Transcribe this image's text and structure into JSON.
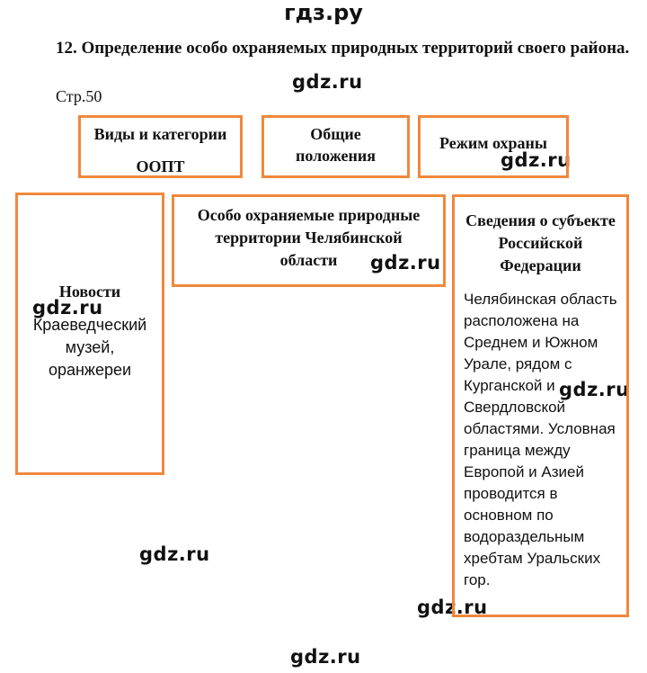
{
  "header": {
    "site_label": "гдз.ру"
  },
  "title": "12. Определение особо охраняемых природных территорий своего района.",
  "page_ref": "Стр.50",
  "boxes": {
    "types": {
      "line1": "Виды и категории",
      "line2": "ООПТ"
    },
    "general": {
      "line1": "Общие",
      "line2": "положения"
    },
    "regime": {
      "line1": "Режим охраны"
    },
    "main": {
      "line1": "Особо охраняемые природные",
      "line2": "территории Челябинской",
      "line3": "области"
    },
    "news": {
      "heading": "Новости",
      "line1": "Краеведческий",
      "line2": "музей,",
      "line3": "оранжереи"
    },
    "subject": {
      "heading1": "Сведения о субъекте",
      "heading2": "Российской",
      "heading3": "Федерации",
      "lines": [
        "Челябинская область",
        "расположена на",
        "Среднем и Южном",
        "Урале, рядом с",
        "Курганской и",
        "Свердловской",
        "областями. Условная",
        "граница между",
        "Европой и Азией",
        "проводится в",
        "основном по",
        "водораздельным",
        "хребтам Уральских",
        "гор."
      ]
    }
  },
  "watermark": "gdz.ru",
  "colors": {
    "box_border": "#f0883c",
    "text": "#111111"
  }
}
